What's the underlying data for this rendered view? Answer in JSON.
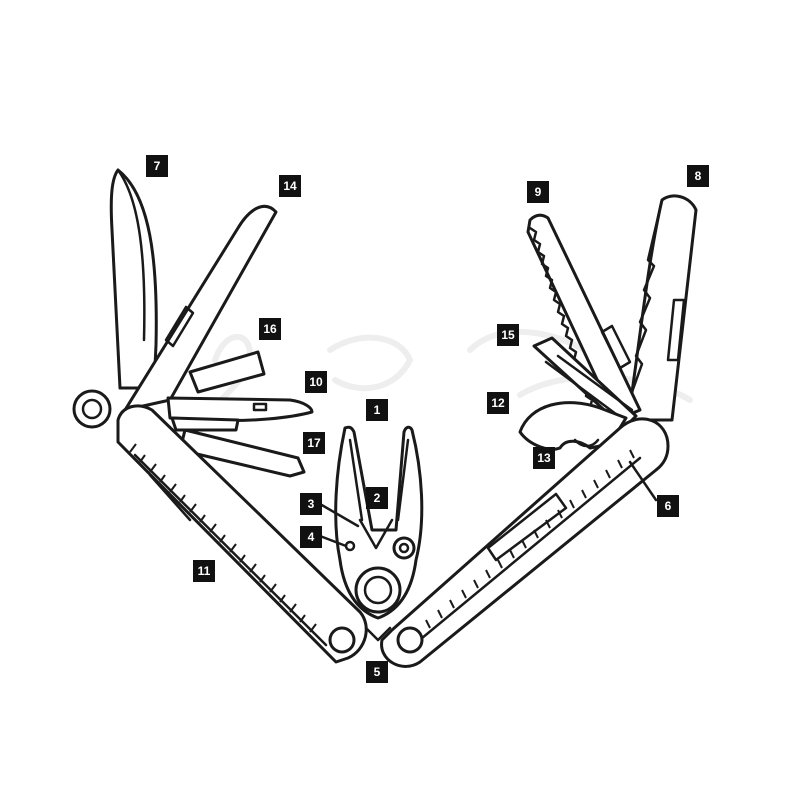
{
  "diagram": {
    "callouts": [
      {
        "id": "c1",
        "label": "1"
      },
      {
        "id": "c2",
        "label": "2"
      },
      {
        "id": "c3",
        "label": "3"
      },
      {
        "id": "c4",
        "label": "4"
      },
      {
        "id": "c5",
        "label": "5"
      },
      {
        "id": "c6",
        "label": "6"
      },
      {
        "id": "c7",
        "label": "7"
      },
      {
        "id": "c8",
        "label": "8"
      },
      {
        "id": "c9",
        "label": "9"
      },
      {
        "id": "c10",
        "label": "10"
      },
      {
        "id": "c11",
        "label": "11"
      },
      {
        "id": "c12",
        "label": "12"
      },
      {
        "id": "c13",
        "label": "13"
      },
      {
        "id": "c14",
        "label": "14"
      },
      {
        "id": "c15",
        "label": "15"
      },
      {
        "id": "c16",
        "label": "16"
      },
      {
        "id": "c17",
        "label": "17"
      }
    ],
    "line_color": "#1a1a1a",
    "callout_color": "#111111",
    "watermark": "Big Game"
  }
}
